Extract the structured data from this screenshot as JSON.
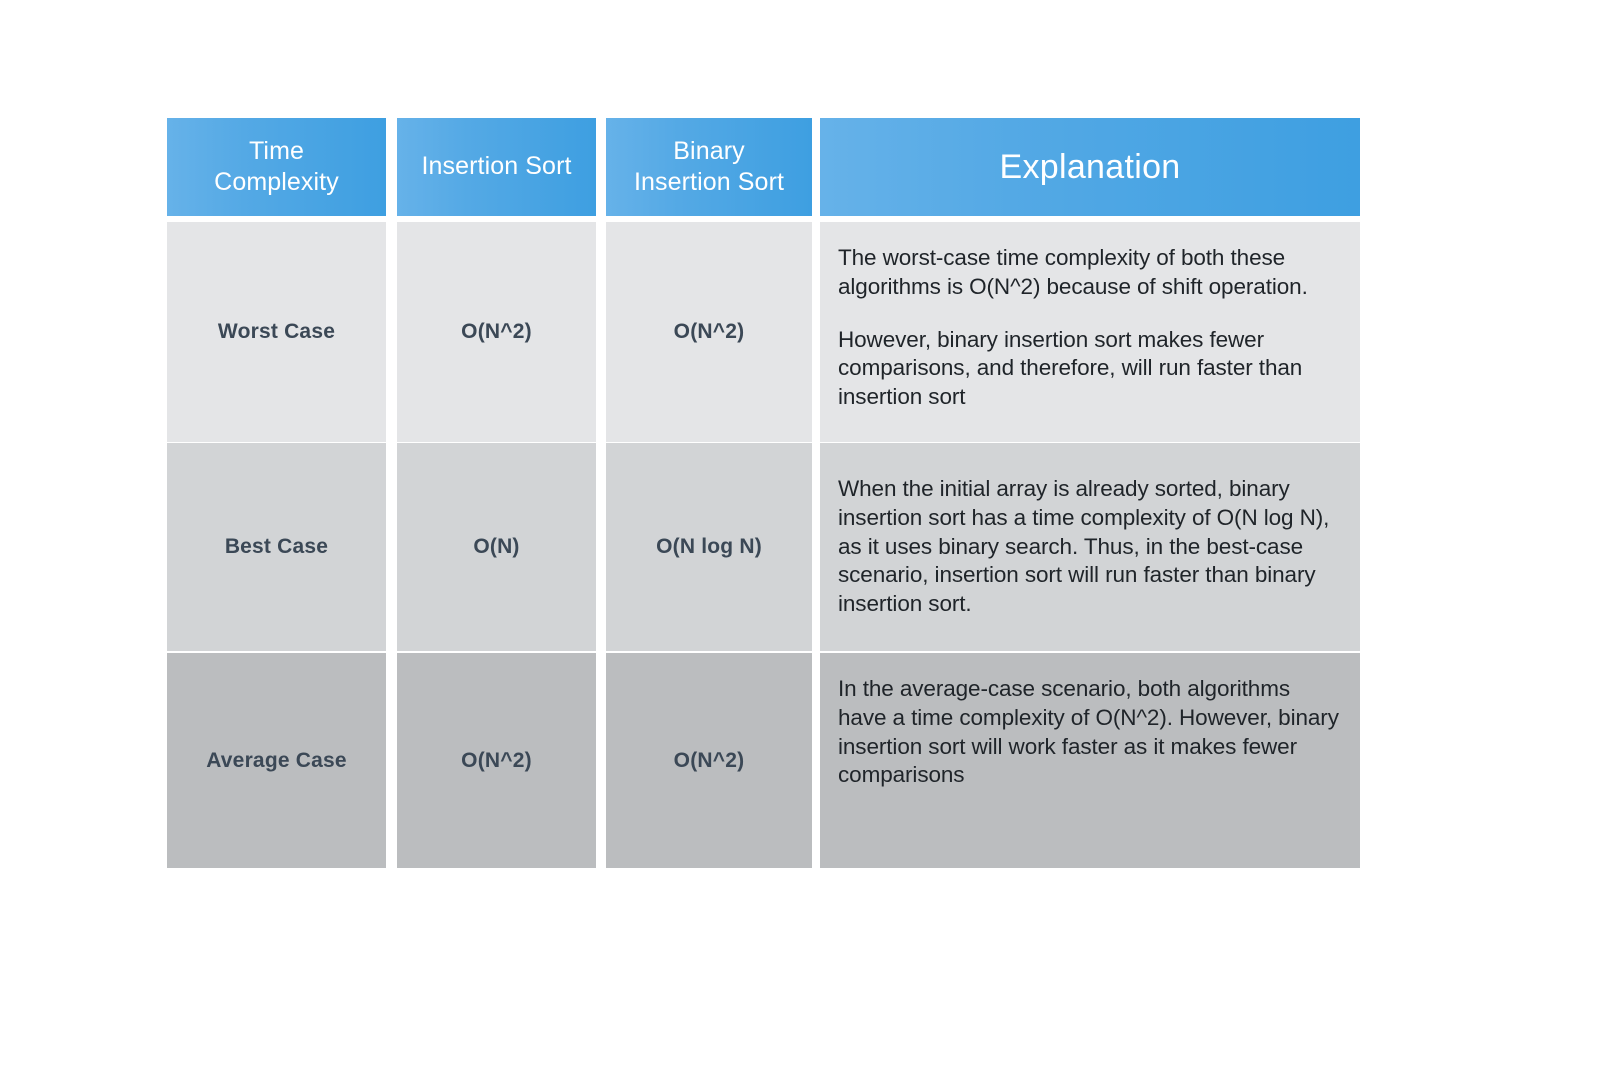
{
  "table": {
    "headers": [
      {
        "label": "Time\nComplexity",
        "name": "header-time-complexity"
      },
      {
        "label": "Insertion Sort",
        "name": "header-insertion-sort"
      },
      {
        "label": "Binary\nInsertion Sort",
        "name": "header-binary-insertion-sort"
      },
      {
        "label": "Explanation",
        "name": "header-explanation"
      }
    ],
    "header_colors": {
      "gradient_from": "#66b2e9",
      "gradient_to": "#3e9fe1",
      "text": "#ffffff"
    },
    "row_colors": [
      "#e4e5e7",
      "#d2d4d6",
      "#bbbdbf"
    ],
    "rows": [
      {
        "case": "Worst Case",
        "insertion_sort": "O(N^2)",
        "binary_insertion_sort": "O(N^2)",
        "explanation": [
          "The worst-case time complexity of both these algorithms is O(N^2) because of shift operation.",
          "However, binary insertion sort makes fewer comparisons, and therefore, will run faster than insertion sort"
        ]
      },
      {
        "case": "Best Case",
        "insertion_sort": "O(N)",
        "binary_insertion_sort": "O(N log N)",
        "explanation": [
          "When the initial array is already sorted, binary insertion sort has a time complexity of O(N log N), as it uses binary search. Thus, in the best-case scenario, insertion sort will run faster than binary insertion sort."
        ]
      },
      {
        "case": "Average Case",
        "insertion_sort": "O(N^2)",
        "binary_insertion_sort": "O(N^2)",
        "explanation": [
          "In the average-case scenario, both algorithms have a time complexity of O(N^2). However, binary insertion sort will work faster as it makes fewer comparisons"
        ]
      }
    ]
  }
}
